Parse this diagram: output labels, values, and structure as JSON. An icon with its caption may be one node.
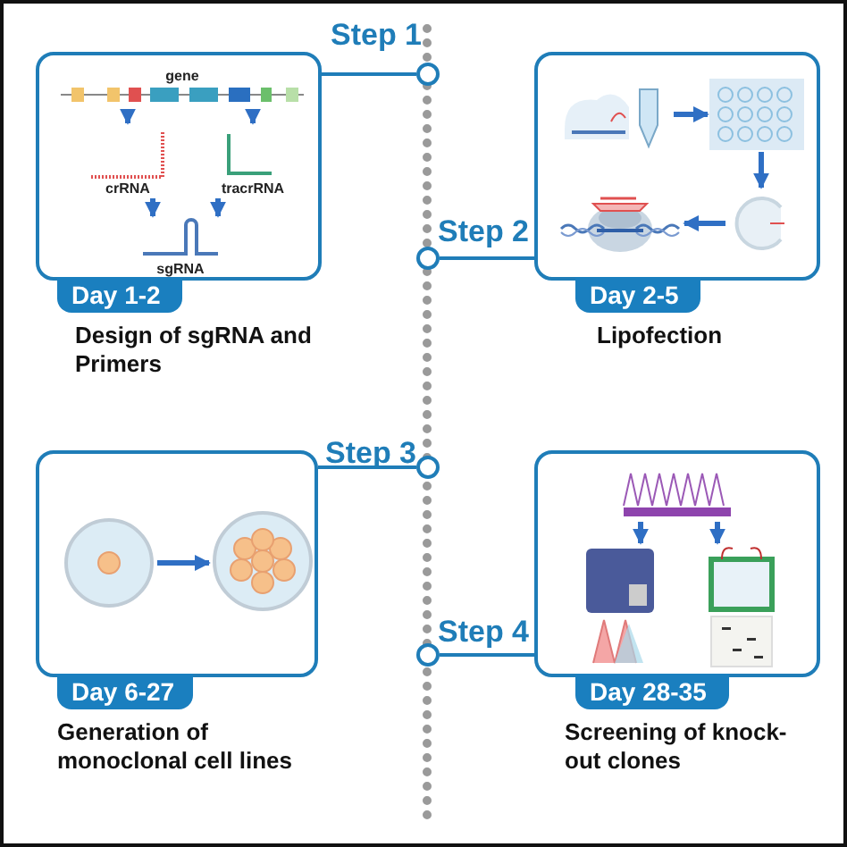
{
  "diagram": {
    "nodes": [
      {
        "text": [],
        "shape": "box"
      },
      {
        "text": [
          "gene"
        ],
        "in": 0
      },
      {
        "text": [
          "crRNA"
        ],
        "in": 0
      },
      {
        "text": [
          "tracrRNA"
        ],
        "in": 0
      },
      {
        "text": [
          "sgRNA"
        ],
        "in": 0
      },
      {
        "text": [
          "Day 1-2"
        ],
        "beside": [
          "Design of sgRNA and Primers"
        ]
      },
      {
        "text": [],
        "shape": "circle",
        "beside": [
          "Step 1"
        ]
      },
      {
        "text": [],
        "shape": "box"
      },
      {
        "text": [],
        "shape": "picture",
        "in": 7
      },
      {
        "text": [],
        "shape": "picture",
        "in": 7
      },
      {
        "text": [],
        "shape": "picture",
        "in": 7
      },
      {
        "text": [],
        "shape": "picture",
        "in": 7
      },
      {
        "text": [
          "Day 2-5"
        ],
        "beside": [
          "Lipofection"
        ]
      },
      {
        "text": [],
        "shape": "circle",
        "beside": [
          "Step 2"
        ]
      },
      {
        "text": [],
        "shape": "box"
      },
      {
        "text": [],
        "shape": "picture",
        "in": 14
      },
      {
        "text": [],
        "shape": "picture",
        "in": 14
      },
      {
        "text": [
          "Day 6-27"
        ],
        "beside": [
          "Generation of monoclonal cell lines"
        ]
      },
      {
        "text": [],
        "shape": "circle",
        "beside": [
          "Step 3"
        ]
      },
      {
        "text": [],
        "shape": "box"
      },
      {
        "text": [],
        "shape": "picture",
        "in": 19
      },
      {
        "text": [],
        "shape": "picture",
        "in": 19
      },
      {
        "text": [],
        "shape": "picture",
        "in": 19
      },
      {
        "text": [
          "Day 28-35"
        ],
        "beside": [
          "Screening of knock-out clones"
        ]
      },
      {
        "text": [],
        "shape": "circle",
        "beside": [
          "Step 4"
        ]
      }
    ],
    "edges": [
      {
        "from": 1,
        "to": 2,
        "arrow": "to"
      },
      {
        "from": 1,
        "to": 3,
        "arrow": "to"
      },
      {
        "from": 2,
        "to": 4,
        "arrow": "to"
      },
      {
        "from": 3,
        "to": 4,
        "arrow": "to"
      },
      {
        "from": 6,
        "to": 0,
        "arrow": "none"
      },
      {
        "from": 8,
        "to": 9,
        "arrow": "to"
      },
      {
        "from": 9,
        "to": 10,
        "arrow": "to"
      },
      {
        "from": 10,
        "to": 11,
        "arrow": "to"
      },
      {
        "from": 13,
        "to": 7,
        "arrow": "none"
      },
      {
        "from": 15,
        "to": 16,
        "arrow": "to"
      },
      {
        "from": 18,
        "to": 14,
        "arrow": "none"
      },
      {
        "from": 20,
        "to": 21,
        "arrow": "to"
      },
      {
        "from": 20,
        "to": 22,
        "arrow": "to"
      },
      {
        "from": 24,
        "to": 19,
        "arrow": "none"
      }
    ]
  }
}
